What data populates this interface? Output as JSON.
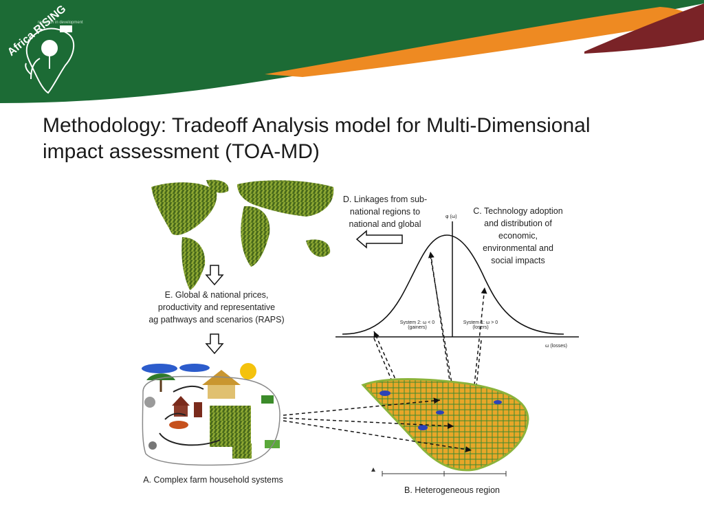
{
  "logo": {
    "text": "Africa RISING",
    "tagline": "research in development"
  },
  "colors": {
    "green": "#1c6b35",
    "orange": "#ee8a22",
    "maroon": "#7a2327"
  },
  "title": {
    "line1": "Methodology: Tradeoff Analysis model for Multi-Dimensional",
    "line2": "impact assessment (TOA-MD)"
  },
  "panels": {
    "D": [
      "D. Linkages from sub-",
      "national regions to",
      "national and global"
    ],
    "C": [
      "C. Technology adoption",
      "and distribution of",
      "economic,",
      "environmental and",
      "social impacts"
    ],
    "E": [
      "E. Global & national prices,",
      "productivity and representative",
      "ag pathways and scenarios (RAPS)"
    ],
    "A": "A. Complex farm household systems",
    "B": "B. Heterogeneous region"
  },
  "curve": {
    "y_label": "φ (ω)",
    "x_label": "ω (losses)",
    "system2": [
      "System 2: ω < 0",
      "(gainers)"
    ],
    "system1": [
      "System 1: ω > 0",
      "(losers)"
    ]
  }
}
